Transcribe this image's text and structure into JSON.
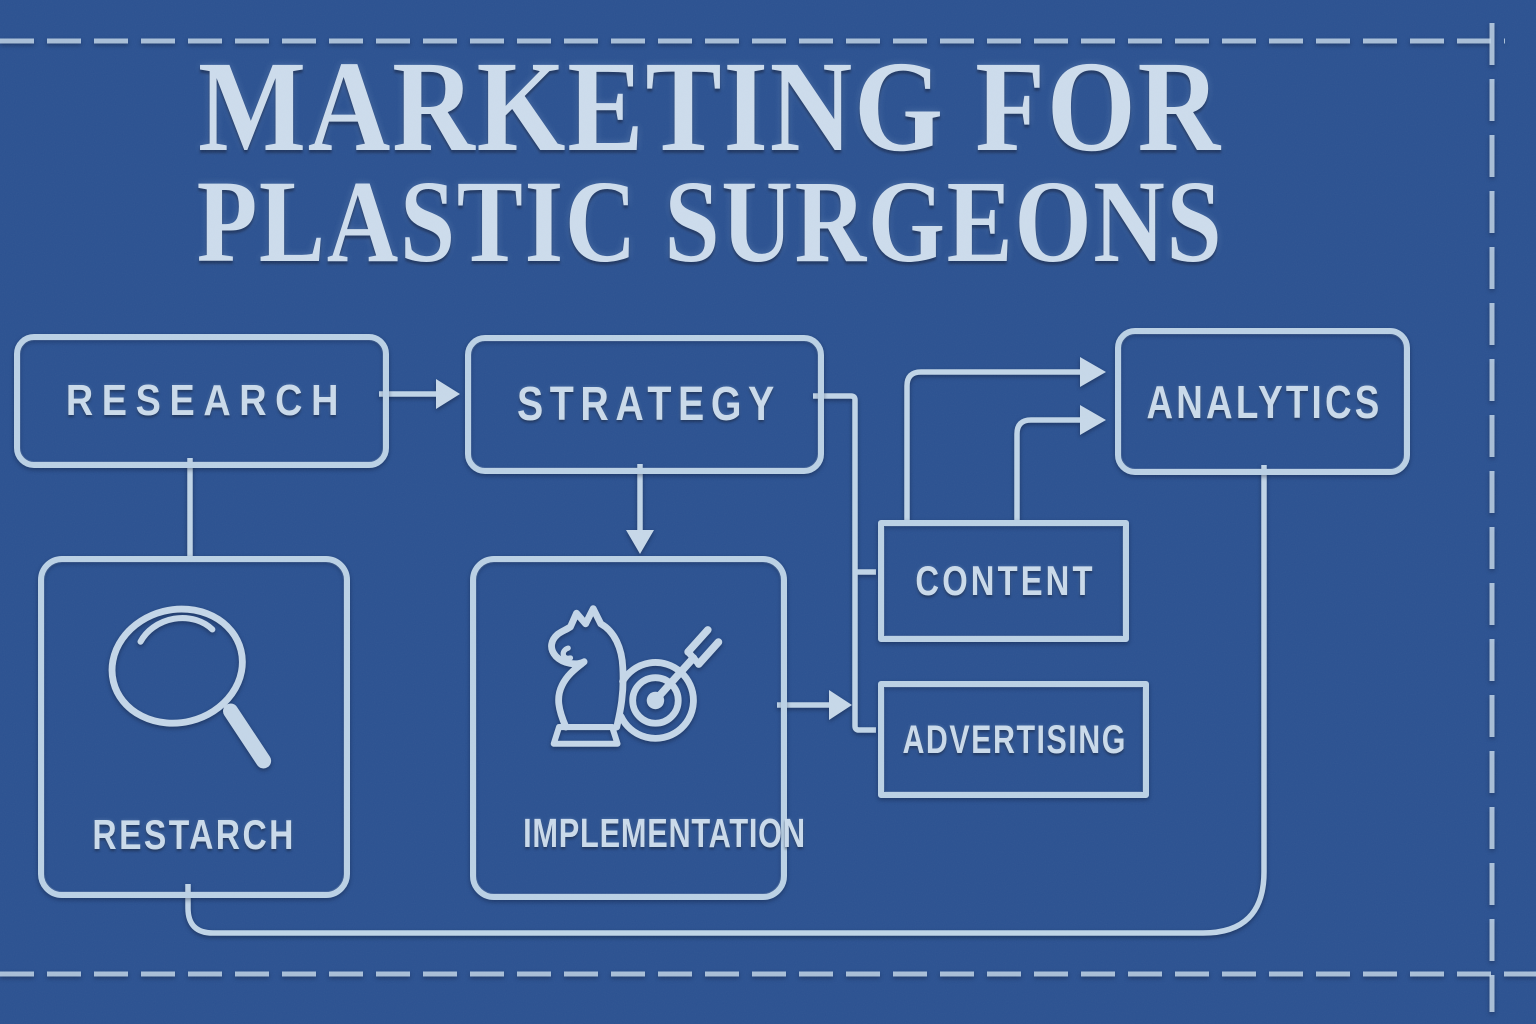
{
  "title": {
    "line1": "MARKETING FOR",
    "line2": "PLASTIC SURGEONS"
  },
  "boxes": {
    "research": {
      "label": "RESEARCH"
    },
    "strategy": {
      "label": "STRATEGY"
    },
    "analytics": {
      "label": "ANALYTICS"
    },
    "restarch": {
      "label": "RESTARCH",
      "icon": "magnifier-icon"
    },
    "implementation": {
      "label": "IMPLEMENTATION",
      "icon": "knight-target-icon"
    },
    "content": {
      "label": "CONTENT"
    },
    "advertising": {
      "label": "ADVERTISING"
    }
  },
  "diagram": {
    "style": "blueprint",
    "edges": [
      {
        "from": "research",
        "to": "strategy",
        "type": "arrow"
      },
      {
        "from": "research",
        "to": "restarch",
        "type": "line"
      },
      {
        "from": "strategy",
        "to": "implementation",
        "type": "arrow"
      },
      {
        "from": "strategy",
        "to": "junction",
        "type": "line"
      },
      {
        "from": "implementation",
        "to": "junction",
        "type": "arrow"
      },
      {
        "from": "junction",
        "to": "content",
        "type": "line"
      },
      {
        "from": "junction",
        "to": "advertising",
        "type": "line"
      },
      {
        "from": "content",
        "to": "analytics",
        "type": "arrow"
      },
      {
        "from": "content",
        "to": "analytics",
        "type": "arrow"
      },
      {
        "from": "restarch",
        "to": "analytics",
        "type": "feedback-line"
      }
    ]
  },
  "colors": {
    "background": "#2b5190",
    "line": "#bdd2e5",
    "label_text": "#c9d9e9",
    "title_text": "#ccdbeb"
  }
}
